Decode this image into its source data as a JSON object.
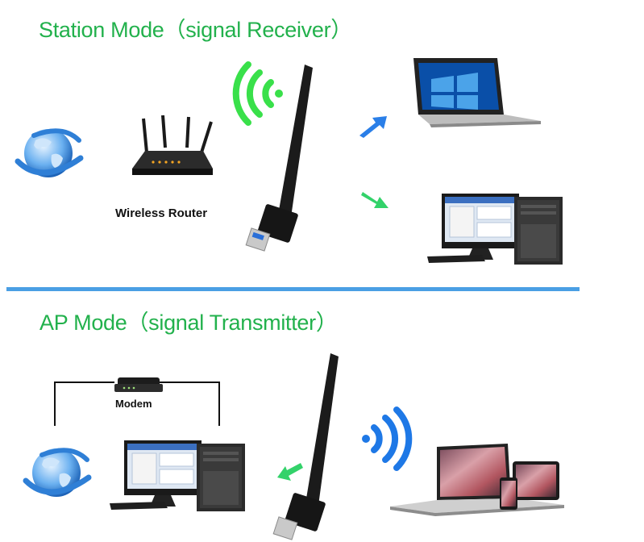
{
  "station_section": {
    "heading": "Station Mode（signal Receiver）",
    "router_label": "Wireless Router"
  },
  "ap_section": {
    "heading": "AP Mode（signal Transmitter）",
    "modem_label": "Modem"
  },
  "colors": {
    "heading_green": "#22b14c",
    "divider_blue": "#4a9fe4",
    "wifi_green": "#39e04a",
    "wifi_blue": "#1e78e6",
    "arrow_blue": "#2a7fe8",
    "arrow_green": "#33d26a"
  },
  "icons": {
    "globe": "globe-icon",
    "router": "router-icon",
    "adapter": "usb-wifi-adapter",
    "laptop": "laptop-icon",
    "desktop": "desktop-pc-icon",
    "modem": "modem-icon",
    "signal": "wifi-signal-icon"
  }
}
